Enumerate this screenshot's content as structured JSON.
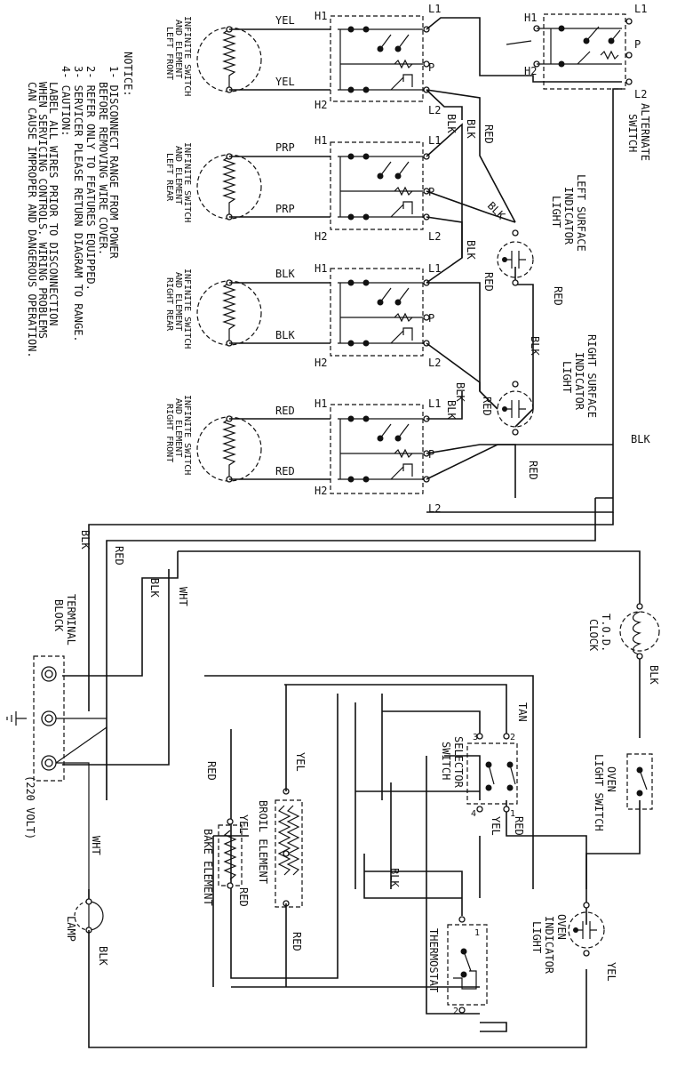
{
  "notice": {
    "title": "NOTICE:",
    "lines": [
      "1- DISCONNECT RANGE FROM POWER",
      "BEFORE REMOVING WIRE COVER.",
      "2- REFER ONLY TO FEATURES EQUIPPED.",
      "3- SERVICER PLEASE RETURN DIAGRAM TO RANGE.",
      "4- CAUTION:",
      "LABEL ALL WIRES PRIOR TO DISCONNECTION",
      "WHEN SERVICING CONTROLS. WIRING PROBLEMS",
      "CAN CAUSE IMPROPER AND DANGEROUS OPERATION."
    ]
  },
  "surface_units": [
    {
      "label1": "INFINITE SWITCH",
      "label2": "AND ELEMENT",
      "label3": "LEFT FRONT",
      "wire": "YEL"
    },
    {
      "label1": "INFINITE SWITCH",
      "label2": "AND ELEMENT",
      "label3": "LEFT REAR",
      "wire": "PRP"
    },
    {
      "label1": "INFINITE SWITCH",
      "label2": "AND ELEMENT",
      "label3": "RIGHT REAR",
      "wire": "BLK"
    },
    {
      "label1": "INFINITE SWITCH",
      "label2": "AND ELEMENT",
      "label3": "RIGHT FRONT",
      "wire": "RED"
    }
  ],
  "terminals": {
    "h1": "H1",
    "h2": "H2",
    "l1": "L1",
    "l2": "L2",
    "p": "P"
  },
  "alternate_switch": {
    "line1": "ALTERNATE",
    "line2": "SWITCH",
    "h1": "H1",
    "h2": "H2",
    "l1": "L1",
    "l2": "L2",
    "p": "P"
  },
  "left_light": {
    "line1": "LEFT SURFACE",
    "line2": "INDICATOR",
    "line3": "LIGHT"
  },
  "right_light": {
    "line1": "RIGHT SURFACE",
    "line2": "INDICATOR",
    "line3": "LIGHT"
  },
  "wires": {
    "blk": "BLK",
    "red": "RED",
    "wht": "WHT",
    "yel": "YEL",
    "tan": "TAN"
  },
  "terminal_block": {
    "line1": "TERMINAL",
    "line2": "BLOCK",
    "voltage": "(220 VOLT)"
  },
  "clock": {
    "line1": "T.O.D.",
    "line2": "CLOCK"
  },
  "oven_light_switch": {
    "line1": "OVEN",
    "line2": "LIGHT SWITCH"
  },
  "selector_switch": {
    "line1": "SELECTOR",
    "line2": "SWITCH",
    "t1": "1",
    "t2": "2",
    "t3": "3",
    "t4": "4"
  },
  "broil_element": {
    "label": "BROIL ELEMENT"
  },
  "bake_element": {
    "label": "BAKE ELEMENT"
  },
  "thermostat": {
    "label": "THERMOSTAT",
    "t1": "1",
    "t2": "2"
  },
  "oven_indicator_light": {
    "line1": "OVEN",
    "line2": "INDICATOR",
    "line3": "LIGHT"
  },
  "lamp": {
    "label": "LAMP"
  }
}
